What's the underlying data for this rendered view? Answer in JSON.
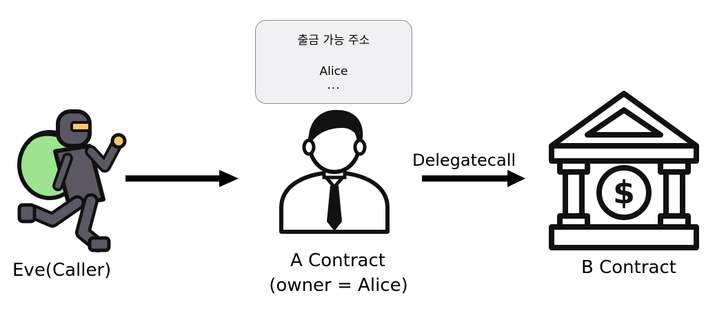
{
  "note": {
    "title": "출금 가능 주소",
    "entry": "Alice",
    "more": "..."
  },
  "actors": {
    "eve": {
      "label": "Eve(Caller)",
      "icon": "thief-icon"
    },
    "a_contract": {
      "label_line1": "A Contract",
      "label_line2": "(owner = Alice)",
      "icon": "businessman-icon"
    },
    "b_contract": {
      "label": "B Contract",
      "icon": "bank-icon"
    }
  },
  "arrows": {
    "eve_to_a": {
      "label": ""
    },
    "a_to_b": {
      "label": "Delegatecall"
    }
  },
  "colors": {
    "bag_green": "#9ee38f",
    "thief_gray": "#5b5864",
    "skin": "#f6c66a",
    "outline": "#111111",
    "note_bg": "#f1f1f3"
  }
}
